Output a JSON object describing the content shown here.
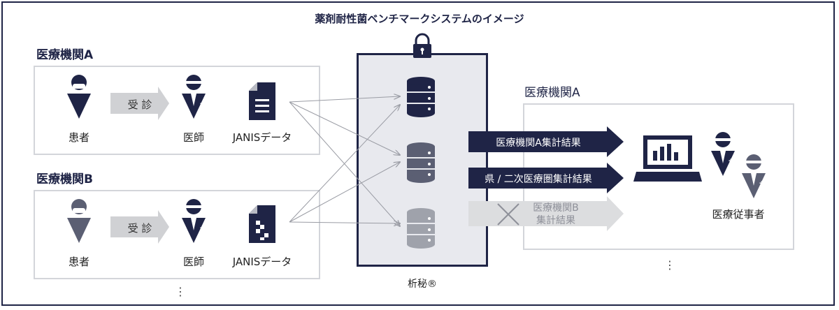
{
  "title": "薬剤耐性菌ベンチマークシステムのイメージ",
  "inst_a_header": "医療機関A",
  "inst_b_header": "医療機関B",
  "dest_header": "医療機関A",
  "patient": "患者",
  "doctor": "医師",
  "janis": "JANISデータ",
  "consult": "受 診",
  "center": "析秘®",
  "result_a": "医療機関A集計結果",
  "result_pref": "県 / 二次医療圏集計結果",
  "result_b_line1": "医療機関B",
  "result_b_line2": "集計結果",
  "staff": "医療従事者",
  "more": "⋮",
  "colors": {
    "navy": "#1f2446",
    "gray": "#9fa2ab",
    "lightgray": "#d6d7da",
    "panel": "#e8e9ee"
  }
}
